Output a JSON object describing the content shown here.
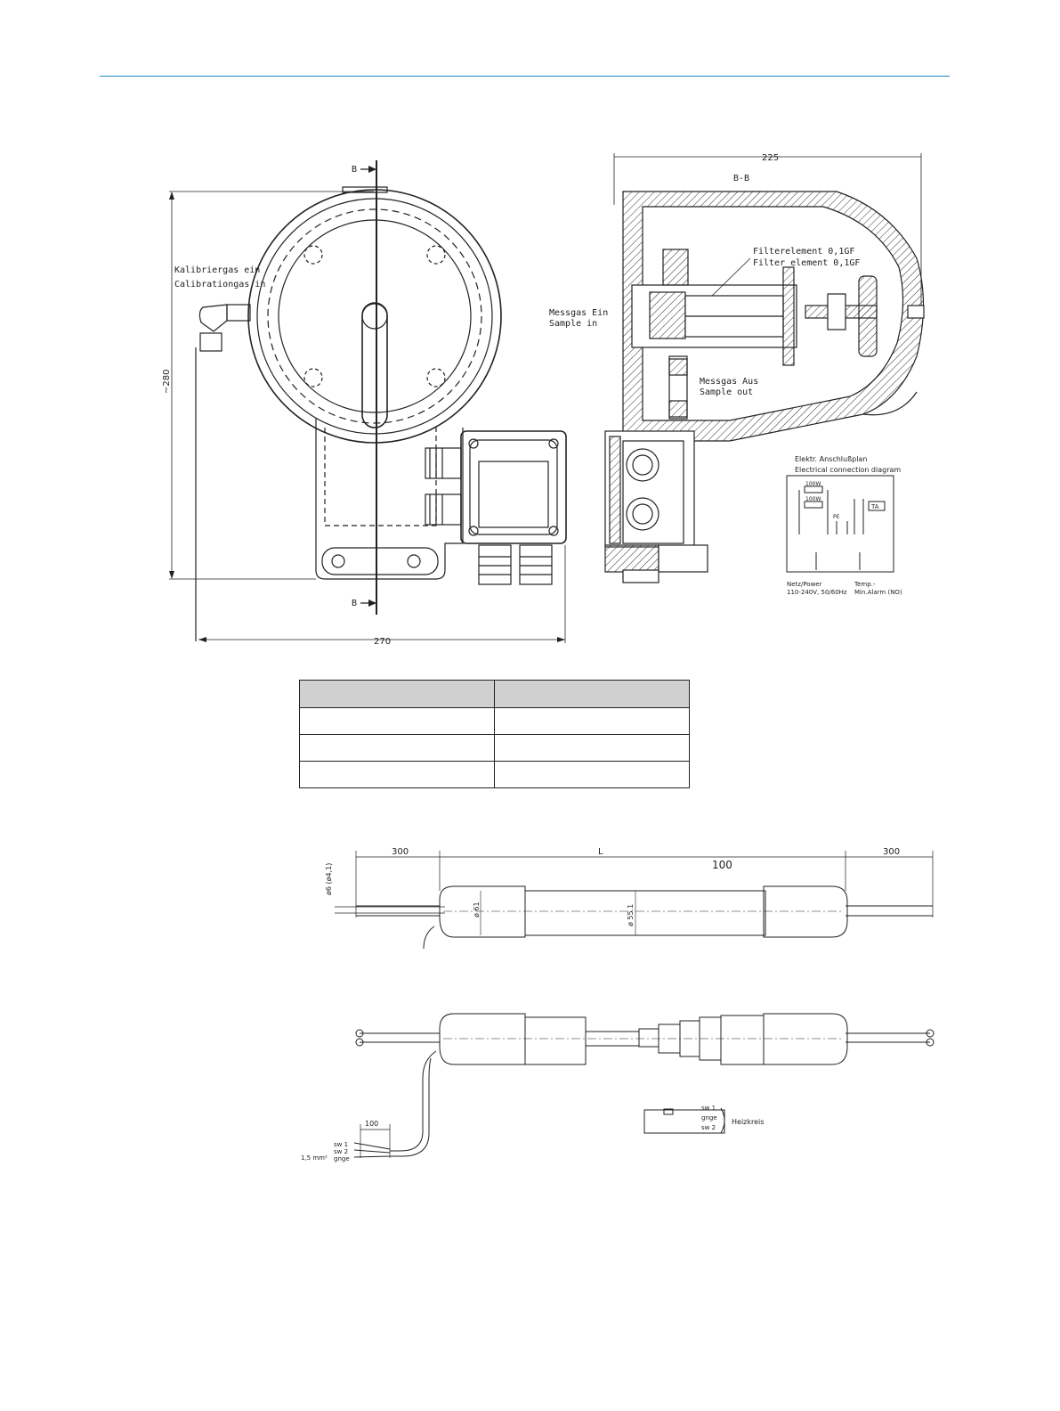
{
  "drawing_top": {
    "section_marker_top": "B",
    "section_marker_bottom": "B",
    "calibration_gas_de": "Kalibriergas ein",
    "calibration_gas_en": "Calibrationgas in",
    "height_dim": "~280",
    "width_dim": "270",
    "depth_dim": "225",
    "section_title": "B-B",
    "filter_de": "Filterelement  0,1GF",
    "filter_en": "Filter element  0,1GF",
    "sample_in_de": "Messgas Ein",
    "sample_in_en": "Sample in",
    "sample_out_de": "Messgas Aus",
    "sample_out_en": "Sample out",
    "elec_de": "Elektr. Anschlußplan",
    "elec_en": "Electrical connection diagram",
    "heater1": "100W",
    "heater2": "100W",
    "pe_label": "PE",
    "ta_label": "TA",
    "power_de": "Netz/Power",
    "power_spec": "110-240V, 50/60Hz",
    "temp_de": "Temp.-",
    "temp_alarm": "Min.Alarm (NO)"
  },
  "table": {
    "rows": [
      [
        "",
        ""
      ],
      [
        "",
        ""
      ],
      [
        "",
        ""
      ],
      [
        "",
        ""
      ]
    ]
  },
  "drawing_mid": {
    "dim_left": "300",
    "dim_mid": "L",
    "dim_right": "300",
    "tube_label": "100",
    "dia_small": "ø6 (ø4,1)",
    "dia_61": "ø 61",
    "dia_55": "ø 55.1"
  },
  "drawing_bottom": {
    "dim_100": "100",
    "wire_sw1": "sw 1",
    "wire_sw2": "sw 2",
    "wire_gnge": "gnge",
    "cross_section": "1,5 mm²",
    "legend_sw1": "sw 1",
    "legend_gnge": "gnge",
    "legend_sw2": "sw 2",
    "heizkreis": "Heizkreis"
  }
}
